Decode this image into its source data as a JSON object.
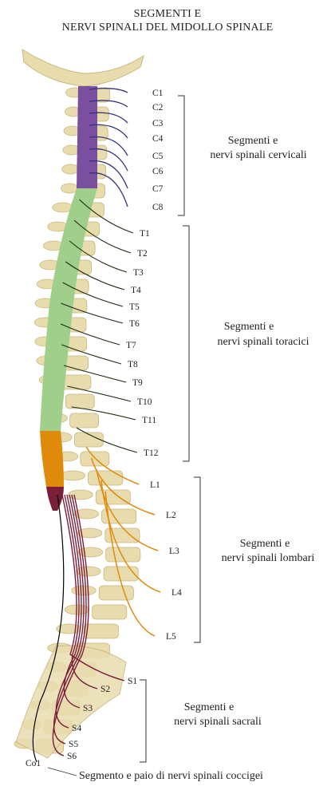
{
  "title": {
    "line1": "SEGMENTI E",
    "line2": "NERVI SPINALI DEL MIDOLLO SPINALE"
  },
  "colors": {
    "cervical": "#7a4fa0",
    "thoracic": "#9fcf8a",
    "lumbar": "#e08a0c",
    "sacral": "#7a1f3a",
    "bone": "#e8dcae",
    "bone_edge": "#c9b67a",
    "nerve_cervical": "#33337a",
    "nerve_thoracic": "#1d2d12"
  },
  "segments": {
    "cervical": [
      "C1",
      "C2",
      "C3",
      "C4",
      "C5",
      "C6",
      "C7",
      "C8"
    ],
    "thoracic": [
      "T1",
      "T2",
      "T3",
      "T4",
      "T5",
      "T6",
      "T7",
      "T8",
      "T9",
      "T10",
      "T11",
      "T12"
    ],
    "lumbar": [
      "L1",
      "L2",
      "L3",
      "L4",
      "L5"
    ],
    "sacral": [
      "S1",
      "S2",
      "S3",
      "S4",
      "S5",
      "S6"
    ],
    "coccygeal": [
      "Co1"
    ]
  },
  "groups": {
    "cervical": {
      "line1": "Segmenti e",
      "line2": "nervi spinali cervicali"
    },
    "thoracic": {
      "line1": "Segmenti e",
      "line2": "nervi spinali toracici"
    },
    "lumbar": {
      "line1": "Segmenti e",
      "line2": "nervi spinali lombari"
    },
    "sacral": {
      "line1": "Segmenti e",
      "line2": "nervi spinali sacrali"
    },
    "coccygeal": "Segmento e paio di nervi spinali coccigei"
  }
}
